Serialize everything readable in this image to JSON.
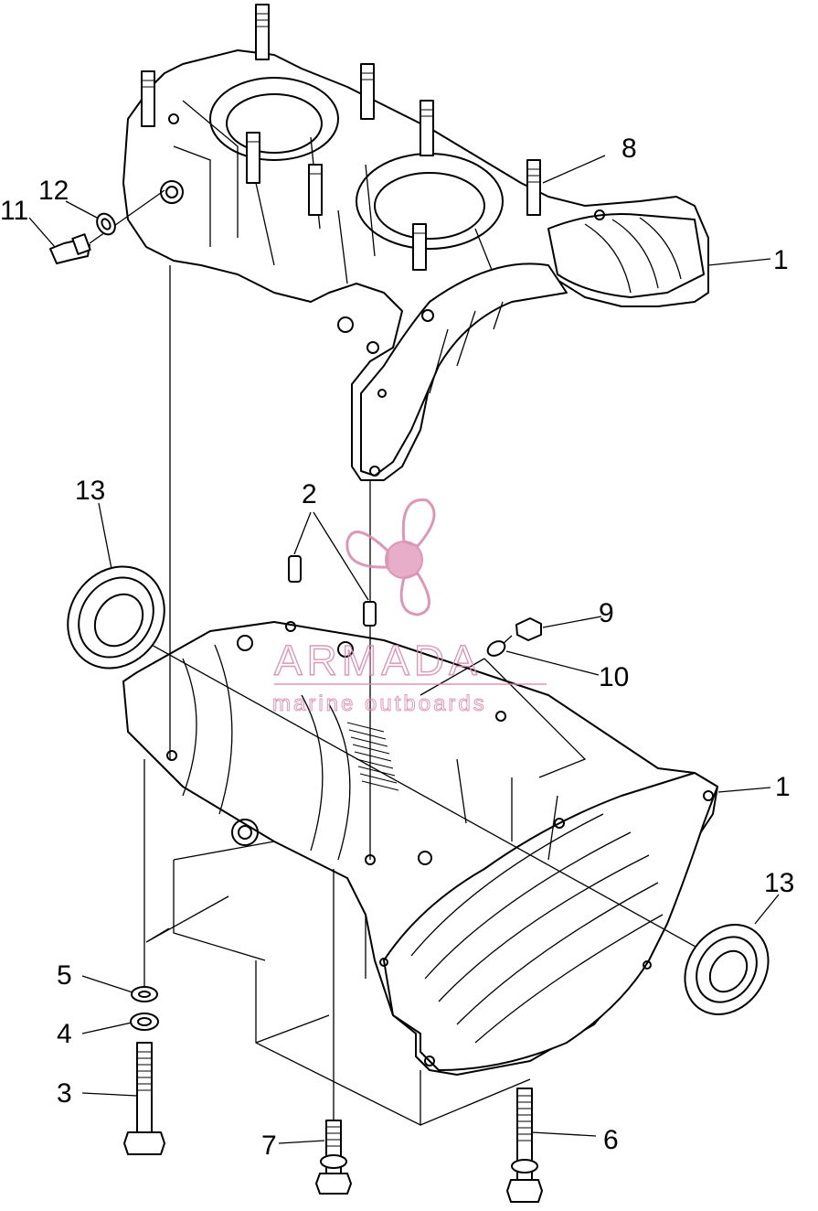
{
  "watermark": {
    "title": "ARMADA",
    "subtitle": "marine outboards",
    "color": "#d98cb0",
    "icon": "propeller-icon"
  },
  "callouts": [
    {
      "id": "c1a",
      "label": "1"
    },
    {
      "id": "c1b",
      "label": "1"
    },
    {
      "id": "c2",
      "label": "2"
    },
    {
      "id": "c3",
      "label": "3"
    },
    {
      "id": "c4",
      "label": "4"
    },
    {
      "id": "c5",
      "label": "5"
    },
    {
      "id": "c6",
      "label": "6"
    },
    {
      "id": "c7",
      "label": "7"
    },
    {
      "id": "c8",
      "label": "8"
    },
    {
      "id": "c9",
      "label": "9"
    },
    {
      "id": "c10",
      "label": "10"
    },
    {
      "id": "c11",
      "label": "11"
    },
    {
      "id": "c12",
      "label": "12"
    },
    {
      "id": "c13a",
      "label": "13"
    },
    {
      "id": "c13b",
      "label": "13"
    }
  ]
}
